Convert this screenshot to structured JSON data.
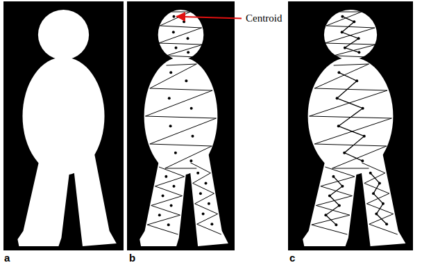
{
  "diagram": {
    "labels": [
      "Centroid",
      "a",
      "b",
      "c"
    ]
  }
}
